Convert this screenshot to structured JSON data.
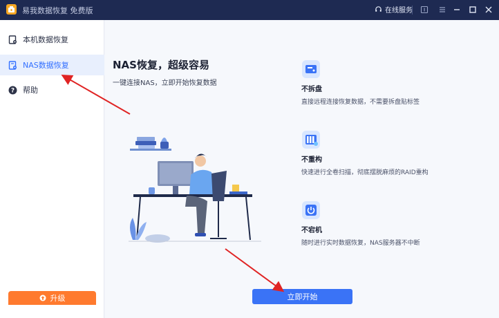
{
  "app": {
    "title": "易我数据恢复 免费版"
  },
  "titlebar": {
    "online_service": "在线服务"
  },
  "sidebar": {
    "items": [
      {
        "label": "本机数据恢复",
        "active": false
      },
      {
        "label": "NAS数据恢复",
        "active": true
      },
      {
        "label": "帮助",
        "active": false
      }
    ],
    "upgrade_label": "升级"
  },
  "main": {
    "headline": "NAS恢复，超级容易",
    "subline": "一键连接NAS，立即开始恢复数据",
    "features": [
      {
        "title": "不拆盘",
        "desc": "直接远程连接恢复数据，不需要拆盘贴标签"
      },
      {
        "title": "不重构",
        "desc": "快速进行全卷扫描，彻底摆脱麻烦的RAID重构"
      },
      {
        "title": "不宕机",
        "desc": "随时进行实时数据恢复，NAS服务器不中断"
      }
    ],
    "start_button": "立即开始"
  },
  "colors": {
    "accent": "#3a73f6",
    "titlebar": "#1e2a52",
    "upgrade": "#ff7a2e",
    "annotation": "#e02424"
  }
}
